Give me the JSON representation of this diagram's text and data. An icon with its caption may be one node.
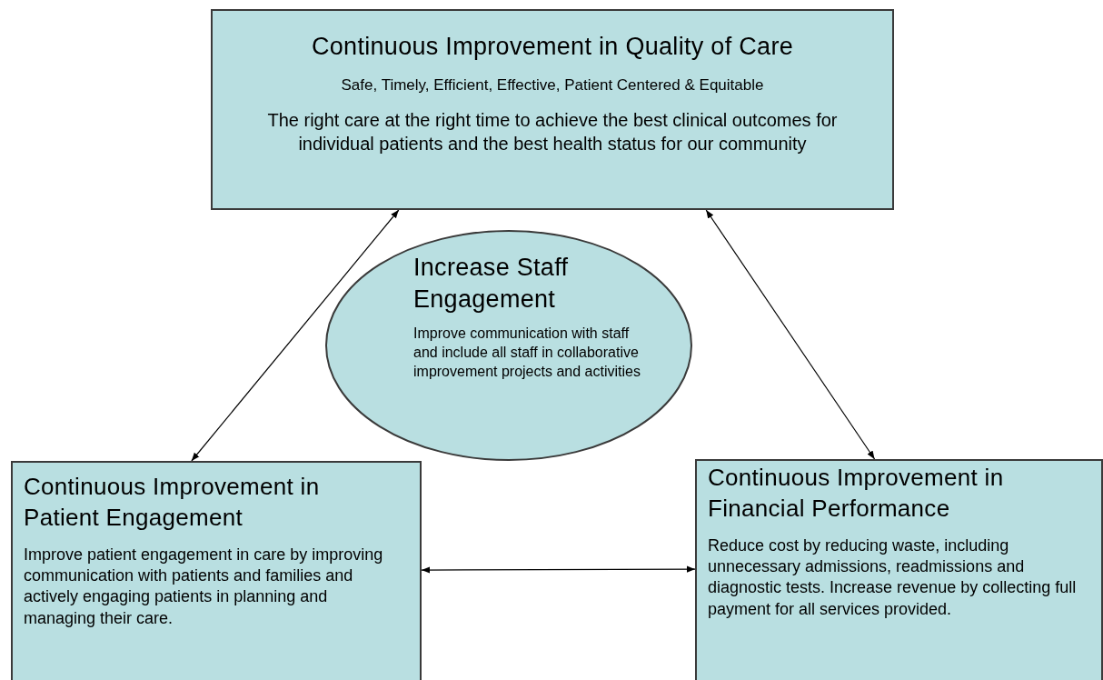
{
  "diagram": {
    "nodes": [
      {
        "text": [
          "Continuous Improvement in Quality of Care",
          "Safe, Timely, Efficient, Effective, Patient Centered & Equitable",
          "The right care at the right time to achieve the best clinical outcomes for individual patients and the best health status for our community"
        ]
      },
      {
        "text": [
          "Increase Staff Engagement",
          "Improve communication with staff and include all staff in collaborative improvement projects and activities"
        ]
      },
      {
        "text": [
          "Continuous Improvement in Patient Engagement",
          "Improve patient engagement in care by improving communication with patients and families and actively engaging patients in planning and managing their care."
        ]
      },
      {
        "text": [
          "Continuous Improvement in Financial Performance",
          "Reduce cost by reducing waste, including unnecessary admissions, readmissions and diagnostic tests. Increase revenue by collecting full payment for all services provided."
        ]
      }
    ],
    "edges": [
      {
        "from": 0,
        "to": 2,
        "arrow": "both"
      },
      {
        "from": 0,
        "to": 3,
        "arrow": "both"
      },
      {
        "from": 2,
        "to": 3,
        "arrow": "both"
      }
    ]
  }
}
